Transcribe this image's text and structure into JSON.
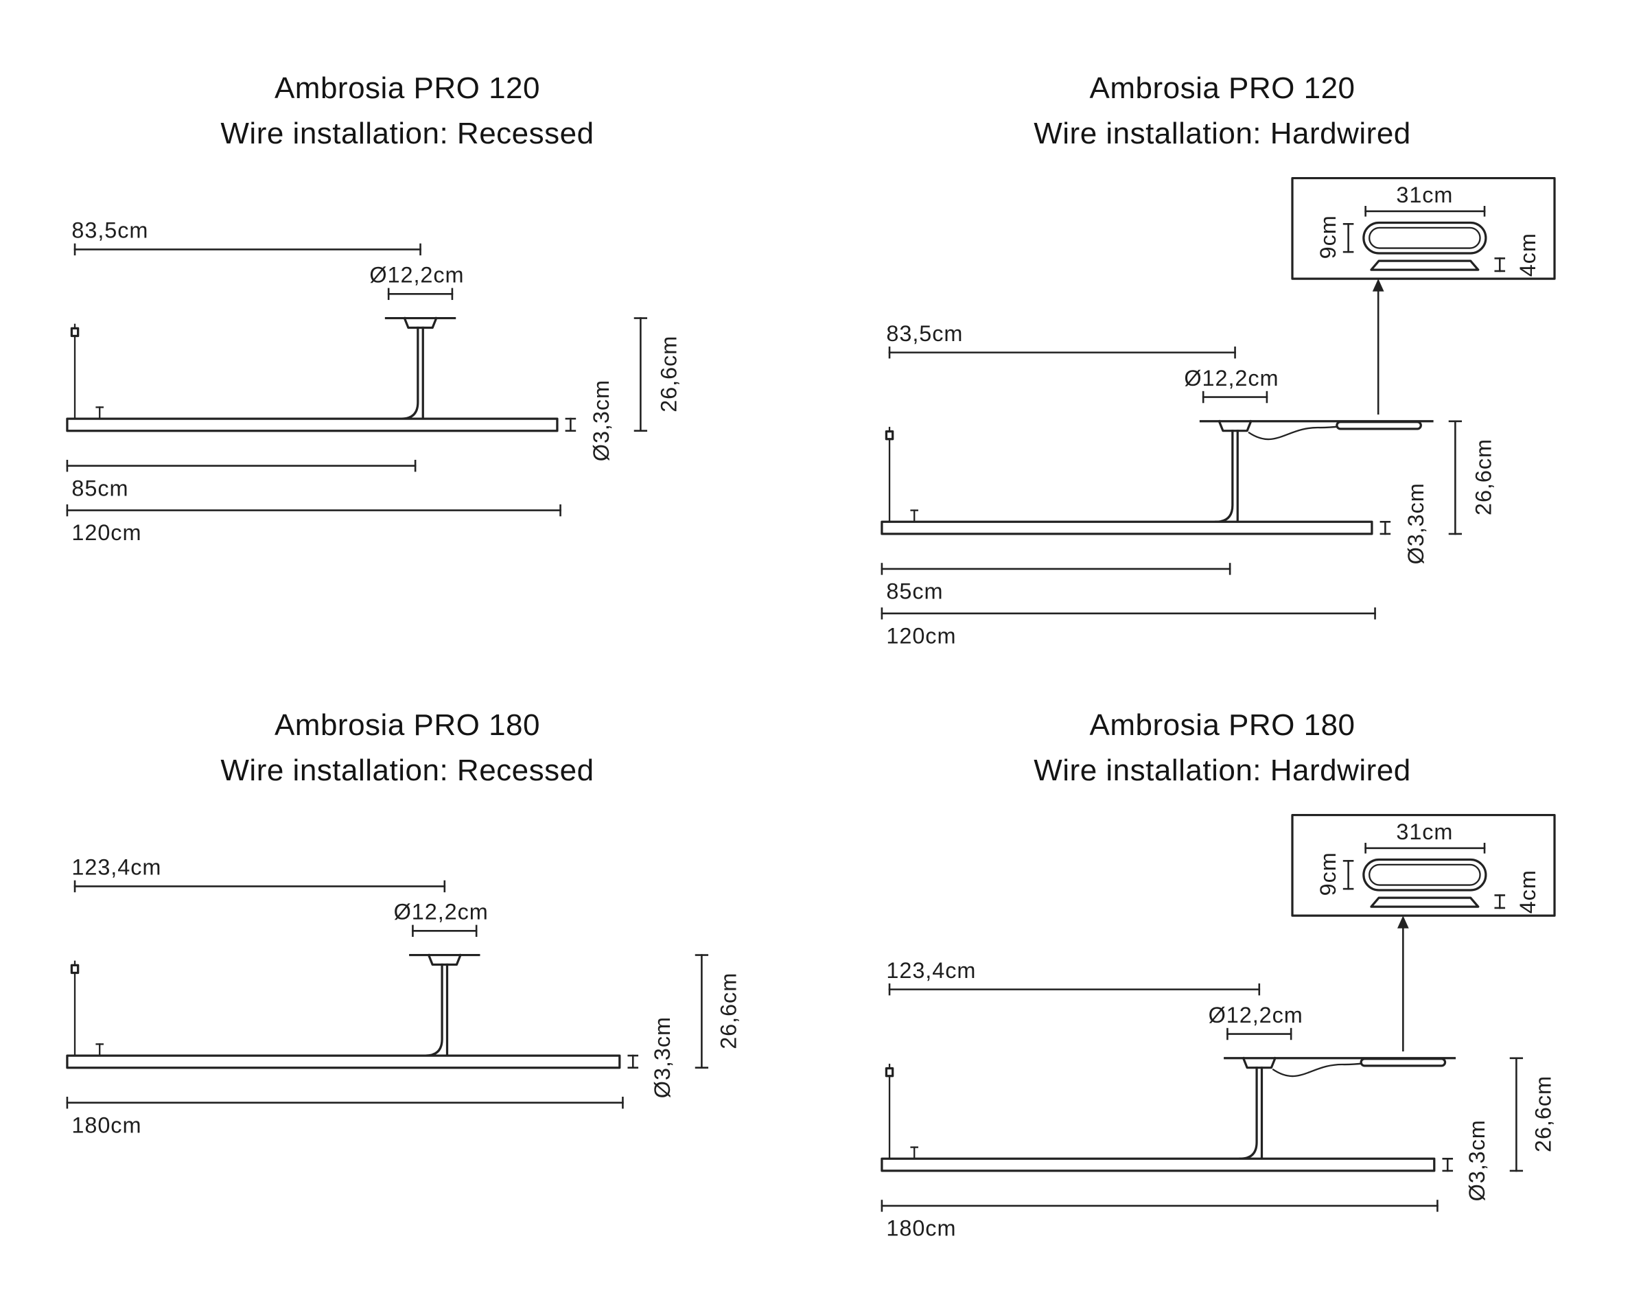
{
  "page": {
    "background": "#ffffff",
    "line_color": "#222222"
  },
  "panels": [
    {
      "title": "Ambrosia PRO 120",
      "subtitle": "Wire installation: Recessed",
      "dims": {
        "top": "83,5cm",
        "canopy": "Ø12,2cm",
        "tube": "Ø3,3cm",
        "height": "26,6cm",
        "body": "85cm",
        "total": "120cm"
      }
    },
    {
      "title": "Ambrosia PRO 120",
      "subtitle": "Wire installation: Hardwired",
      "dims": {
        "top": "83,5cm",
        "canopy": "Ø12,2cm",
        "tube": "Ø3,3cm",
        "height": "26,6cm",
        "body": "85cm",
        "total": "120cm"
      },
      "inset": {
        "width": "31cm",
        "depth": "9cm",
        "thickness": "4cm"
      }
    },
    {
      "title": "Ambrosia PRO 180",
      "subtitle": "Wire installation: Recessed",
      "dims": {
        "top": "123,4cm",
        "canopy": "Ø12,2cm",
        "tube": "Ø3,3cm",
        "height": "26,6cm",
        "total": "180cm"
      }
    },
    {
      "title": "Ambrosia PRO 180",
      "subtitle": "Wire installation: Hardwired",
      "dims": {
        "top": "123,4cm",
        "canopy": "Ø12,2cm",
        "tube": "Ø3,3cm",
        "height": "26,6cm",
        "total": "180cm"
      },
      "inset": {
        "width": "31cm",
        "depth": "9cm",
        "thickness": "4cm"
      }
    }
  ]
}
